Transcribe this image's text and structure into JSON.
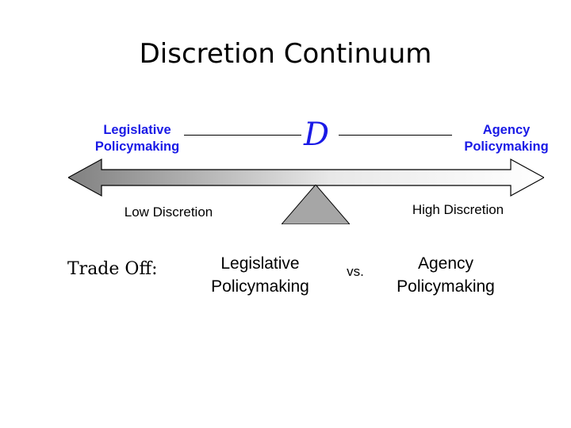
{
  "slide": {
    "title": "Discretion Continuum",
    "background_color": "#ffffff"
  },
  "diagram": {
    "left_label": "Legislative\nPolicymaking",
    "left_label_line1": "Legislative",
    "left_label_line2": "Policymaking",
    "right_label_line1": "Agency",
    "right_label_line2": "Policymaking",
    "center_symbol": "D",
    "label_color": "#1a1ae6",
    "low_end_label": "Low Discretion",
    "high_end_label": "High Discretion",
    "beam": {
      "type": "double-headed-arrow",
      "gradient_from": "#808080",
      "gradient_to": "#ffffff",
      "outline_color": "#000000"
    },
    "fulcrum": {
      "shape": "triangle",
      "fill": "#a6a6a6",
      "outline_color": "#000000"
    }
  },
  "tradeoff": {
    "label": "Trade Off:",
    "option_left_line1": "Legislative",
    "option_left_line2": "Policymaking",
    "separator": "vs.",
    "option_right_line1": "Agency",
    "option_right_line2": "Policymaking"
  }
}
